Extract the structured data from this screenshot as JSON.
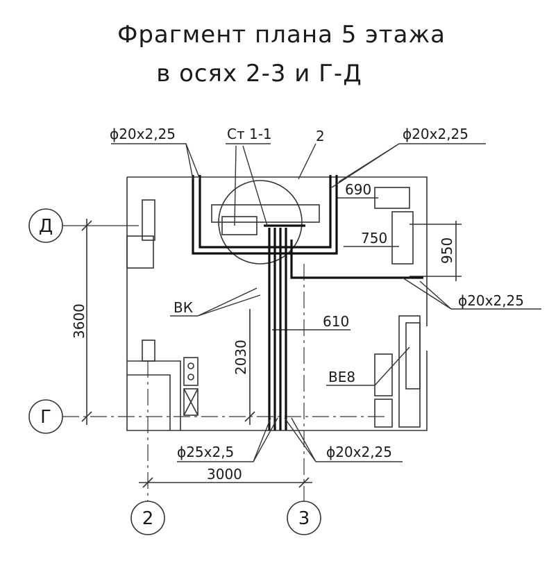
{
  "title_line1": "Фрагмент плана 5 этажа",
  "title_line2": "в осях 2-3 и Г-Д",
  "axes": {
    "d": "Д",
    "g": "Г",
    "a2": "2",
    "a3": "3"
  },
  "labels": {
    "pipe_top_left": "ϕ20x2,25",
    "section": "Ст 1-1",
    "callout": "2",
    "pipe_top_right": "ϕ20x2,25",
    "dim_690": "690",
    "dim_750": "750",
    "dim_950": "950",
    "pipe_right": "ϕ20x2,25",
    "vk": "ВК",
    "dim_610": "610",
    "dim_3600": "3600",
    "dim_2030": "2030",
    "be8": "ВЕ8",
    "pipe_bottom_left": "ϕ25x2,5",
    "pipe_bottom_right": "ϕ20x2,25",
    "dim_3000": "3000"
  }
}
